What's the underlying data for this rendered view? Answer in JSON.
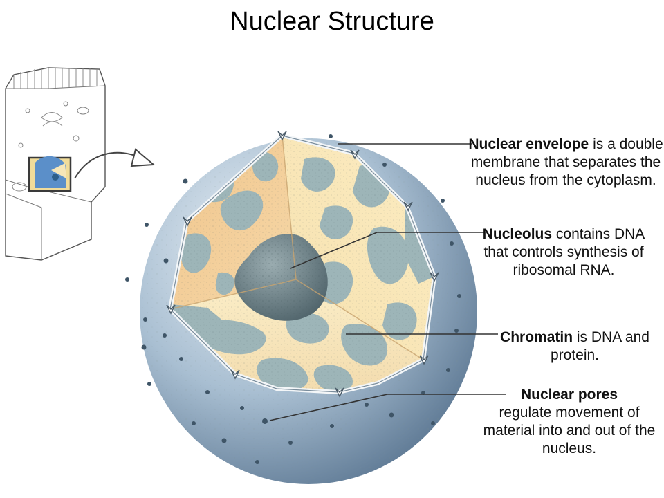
{
  "title": "Nuclear Structure",
  "labels": {
    "envelope": {
      "term": "Nuclear envelope",
      "rest": " is a double membrane that separates the nucleus from the cytoplasm."
    },
    "nucleolus": {
      "term": "Nucleolus",
      "rest": " contains DNA that controls synthesis of ribosomal RNA."
    },
    "chromatin": {
      "term": "Chromatin",
      "rest": " is DNA and protein."
    },
    "pores": {
      "term": "Nuclear pores",
      "rest": " regulate movement of material into and out of the nucleus."
    }
  },
  "colors": {
    "nucleus_surface": "#9fb5c9",
    "nucleus_shadow": "#5f7a95",
    "nucleoplasm": "#f5e2b4",
    "nucleoplasm_dark": "#eac694",
    "chromatin": "#9db5b8",
    "nucleolus": "#6f8288",
    "envelope": "#e8eef2",
    "leader_line": "#333333"
  }
}
